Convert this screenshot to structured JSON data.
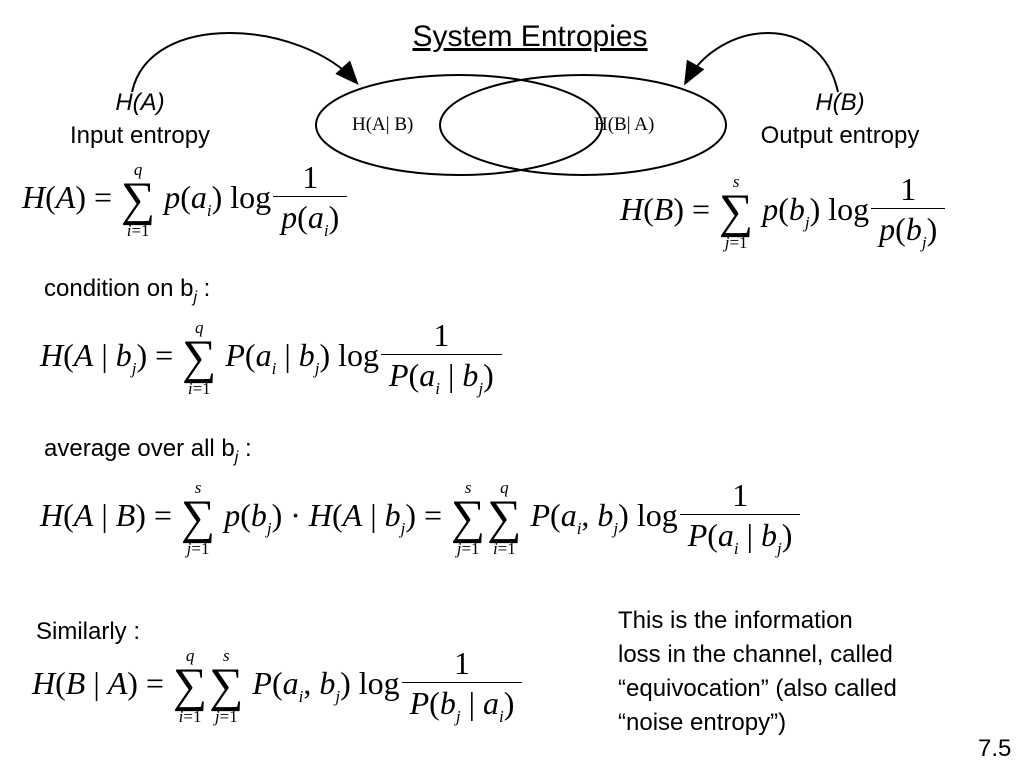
{
  "slide": {
    "title": "System Entropies",
    "page_number": "7.5"
  },
  "venn": {
    "left_label": "H(A| B)",
    "right_label": "H(B| A)"
  },
  "input": {
    "symbol": "H(A)",
    "caption": "Input entropy"
  },
  "output": {
    "symbol": "H(B)",
    "caption": "Output entropy"
  },
  "steps": {
    "condition": "condition on b",
    "condition_sub": "j",
    "condition_tail": " :",
    "average": "average over all b",
    "average_sub": "j",
    "average_tail": " :",
    "similarly": "Similarly :"
  },
  "note": {
    "lines": [
      "This is the information",
      "loss in the channel, called",
      "“equivocation” (also called",
      "“noise entropy”)"
    ]
  }
}
